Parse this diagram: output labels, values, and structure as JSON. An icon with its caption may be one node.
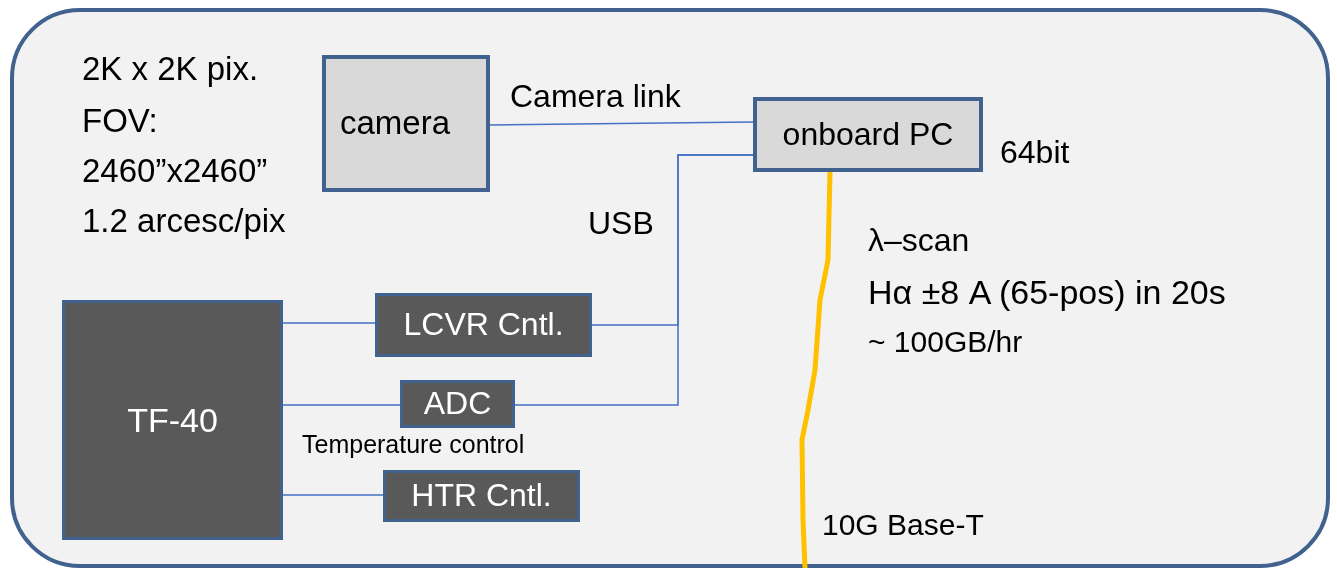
{
  "diagram": {
    "nodes": [
      {
        "text": [],
        "shape": "box"
      },
      {
        "text": [
          "camera"
        ],
        "in": 0
      },
      {
        "text": [
          "onboard PC"
        ],
        "in": 0,
        "beside": [
          "64bit"
        ]
      },
      {
        "text": [
          "TF-40"
        ],
        "in": 0
      },
      {
        "text": [
          "LCVR Cntl."
        ],
        "in": 0
      },
      {
        "text": [
          "ADC"
        ],
        "in": 0,
        "beside": [
          "Temperature control"
        ]
      },
      {
        "text": [
          "HTR Cntl."
        ],
        "in": 0
      }
    ],
    "edges": [
      {
        "from": 1,
        "to": 2,
        "arrow": "none",
        "label": "Camera link"
      },
      {
        "from": 3,
        "to": 4,
        "arrow": "none"
      },
      {
        "from": 3,
        "to": 5,
        "arrow": "none"
      },
      {
        "from": 3,
        "to": 6,
        "arrow": "none"
      },
      {
        "from": 4,
        "to": 2,
        "arrow": "none",
        "label": "USB"
      },
      {
        "from": 5,
        "to": 2,
        "arrow": "none"
      },
      {
        "from": 2,
        "to": null,
        "arrow": "none",
        "style": "thick",
        "color": "#ffc000",
        "label": "10G Base-T"
      }
    ],
    "labels": [
      "2K x 2K pix.",
      "FOV:",
      "2460”x2460”",
      "1.2 arcesc/pix",
      "λ–scan",
      "Hα ±8 A (65-pos) in 20s",
      "~ 100GB/hr"
    ]
  }
}
